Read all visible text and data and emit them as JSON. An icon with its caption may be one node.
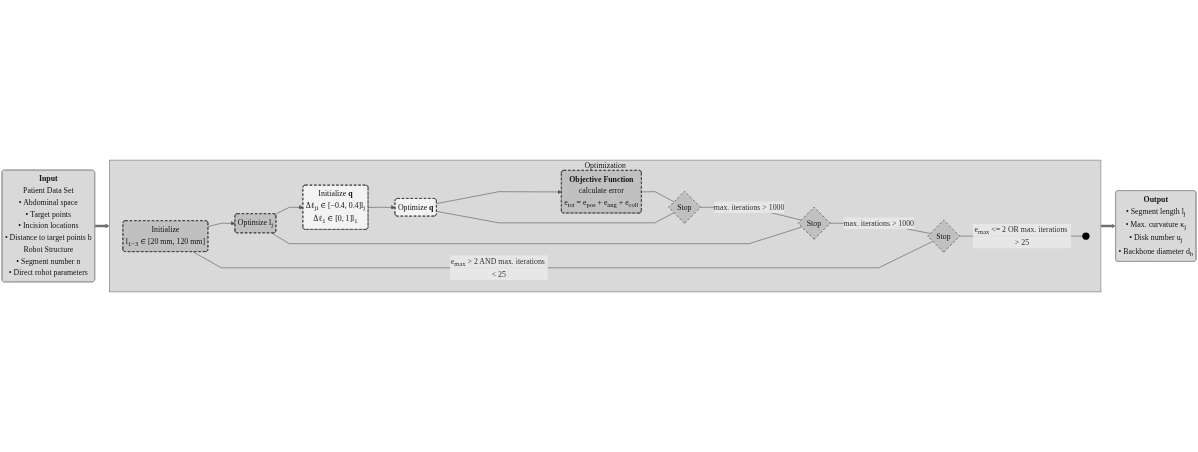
{
  "diagram": {
    "nodes": [
      {
        "text": [
          "Input",
          "Patient Data Set",
          "• Abdominal space",
          "• Target points",
          "• Incision locations",
          "• Distance to target points b",
          "Robot Structure",
          "• Segment number n",
          "• Direct robot parameters"
        ]
      },
      {
        "text": [
          "Optimization"
        ]
      },
      {
        "text": [
          "Initialize",
          "l$_{1−3}$ ∈ [20 mm, 120 mm]"
        ],
        "in": 1
      },
      {
        "text": [
          "Optimize l$_{j}$"
        ],
        "in": 1
      },
      {
        "text": [
          "Initialize **q**",
          "Δℓ$_{ji}$ ∈ [−0.4, 0.4]l$_{j}$",
          "Δℓ$_{1}$ ∈ [0, 1]l$_{1}$"
        ],
        "in": 1
      },
      {
        "text": [
          "Optimize **q**"
        ],
        "in": 1
      },
      {
        "text": [
          "Objective Function",
          "calculate error",
          "e$_{tot}$ = e$_{pos}$ + e$_{ang}$ + e$_{coll}$"
        ],
        "in": 1
      },
      {
        "text": [
          "Stop"
        ],
        "in": 1
      },
      {
        "text": [],
        "shape": "circle",
        "in": 1
      },
      {
        "text": [
          "Stop"
        ],
        "in": 1
      },
      {
        "text": [
          "Stop"
        ],
        "in": 1
      },
      {
        "text": [
          "Output",
          "• Segment length l$_{j}$",
          "• Max. curvature κ$_{j}$",
          "• Disk number u$_{j}$",
          "• Backbone diameter d$_{b}$"
        ]
      }
    ],
    "edges": [
      {
        "from": 0,
        "to": 1,
        "arrow": "to",
        "style": "thick"
      },
      {
        "from": 2,
        "to": 3,
        "arrow": "to"
      },
      {
        "from": 3,
        "to": 4,
        "arrow": "to"
      },
      {
        "from": 4,
        "to": 5,
        "arrow": "to"
      },
      {
        "from": 5,
        "to": 6,
        "arrow": "to"
      },
      {
        "from": 6,
        "to": 10,
        "arrow": "none"
      },
      {
        "from": 10,
        "to": 5,
        "arrow": "none"
      },
      {
        "from": 10,
        "to": 9,
        "arrow": "none",
        "label": "max. iterations > 1000"
      },
      {
        "from": 9,
        "to": 3,
        "arrow": "none"
      },
      {
        "from": 9,
        "to": 7,
        "arrow": "none",
        "label": "max. iterations > 1000"
      },
      {
        "from": 7,
        "to": 2,
        "arrow": "none",
        "label": "e$_{max}$ > 2 AND max. iterations < 25"
      },
      {
        "from": 7,
        "to": 8,
        "arrow": "none",
        "label": "e$_{max}$ <= 2 OR max. iterations > 25"
      },
      {
        "from": 1,
        "to": 11,
        "arrow": "to",
        "style": "thick"
      }
    ]
  }
}
